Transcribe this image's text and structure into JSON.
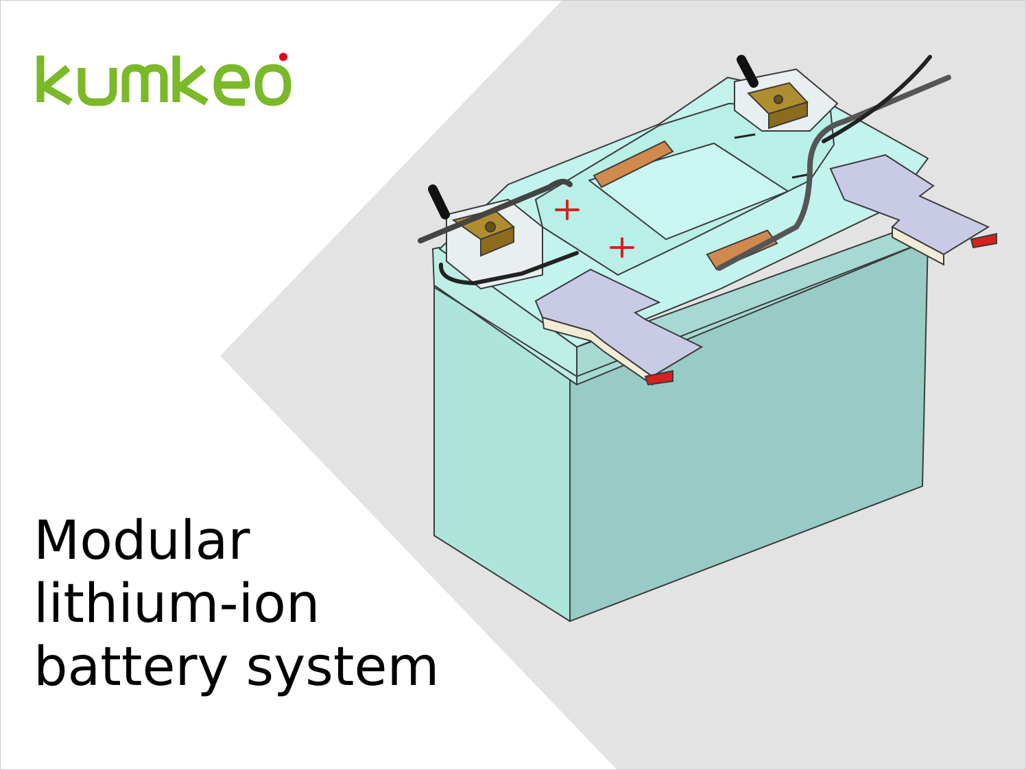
{
  "brand": {
    "logo_text": "kumkeo",
    "logo_color": "#7ab928",
    "logo_dot_color": "#e2001a"
  },
  "headline": {
    "lines": [
      "Modular",
      "lithium-ion",
      "battery system"
    ]
  },
  "illustration": {
    "subject": "battery-module-cad-render",
    "polarity_marks": [
      "+",
      "+",
      "−",
      "−"
    ]
  },
  "colors": {
    "background": "#ffffff",
    "chevron": "#e3e3e3",
    "battery_body": "#9ed6cc",
    "battery_lid": "#bff0e8",
    "connector_plate": "#c9cbe6",
    "terminal_brass": "#b08d2e",
    "cable": "#444444",
    "copper": "#d08a4e",
    "accent_red": "#d8201e"
  }
}
